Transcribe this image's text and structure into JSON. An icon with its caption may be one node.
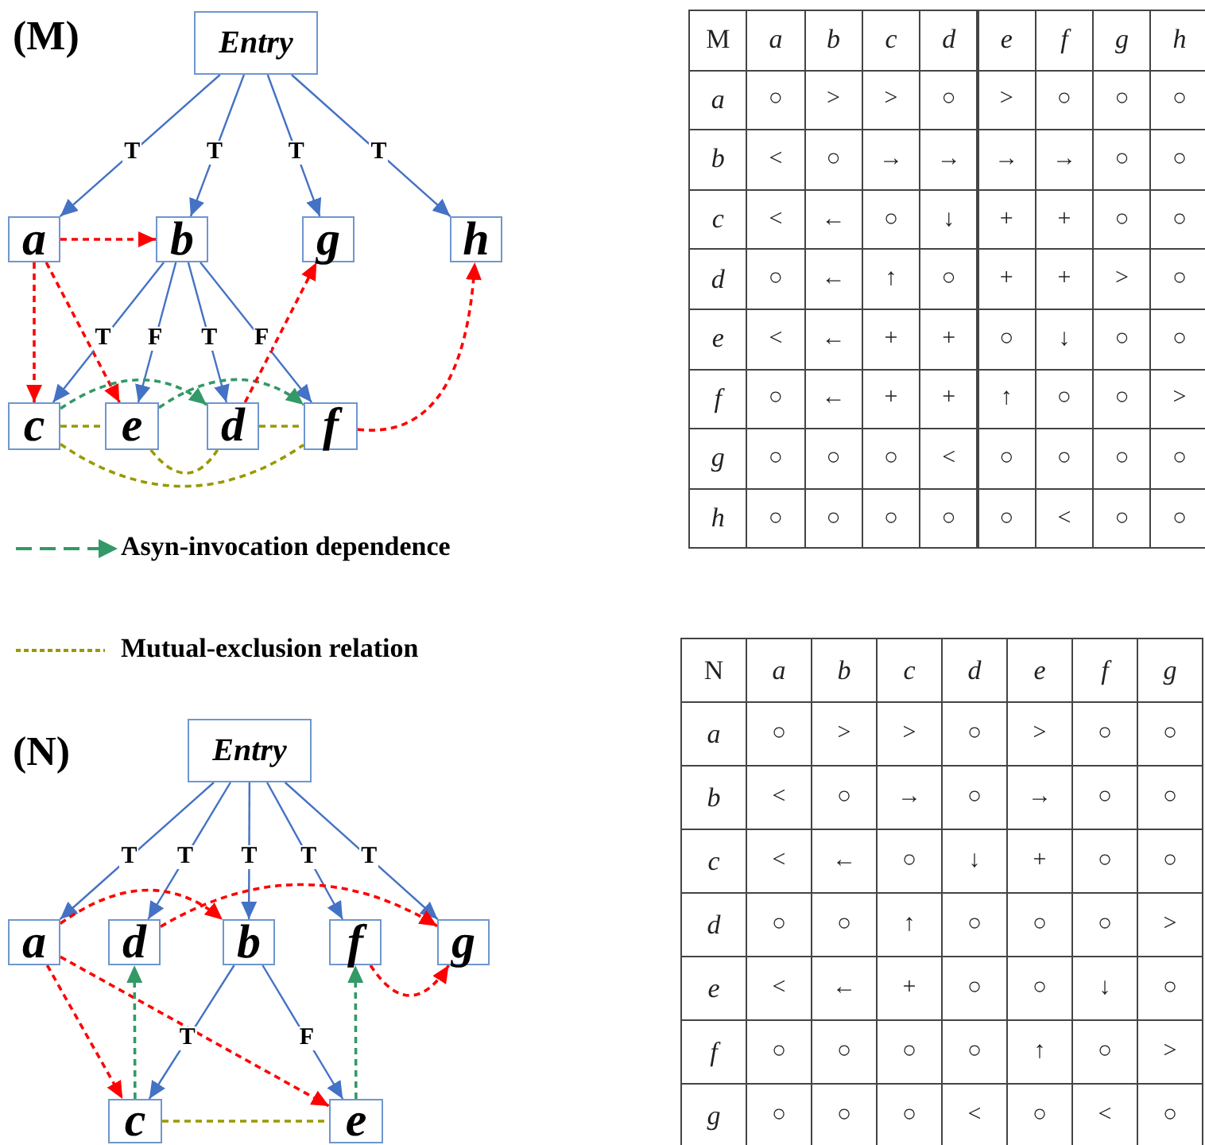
{
  "diagram": {
    "nodes": [
      {
        "text": [
          "Entry"
        ]
      },
      {
        "text": [
          "a"
        ]
      },
      {
        "text": [
          "b"
        ]
      },
      {
        "text": [
          "g"
        ]
      },
      {
        "text": [
          "h"
        ]
      },
      {
        "text": [
          "c"
        ]
      },
      {
        "text": [
          "e"
        ]
      },
      {
        "text": [
          "d"
        ]
      },
      {
        "text": [
          "f"
        ]
      },
      {
        "text": [
          "Entry"
        ]
      },
      {
        "text": [
          "a"
        ]
      },
      {
        "text": [
          "d"
        ]
      },
      {
        "text": [
          "b"
        ]
      },
      {
        "text": [
          "f"
        ]
      },
      {
        "text": [
          "g"
        ]
      },
      {
        "text": [
          "c"
        ]
      },
      {
        "text": [
          "e"
        ]
      }
    ],
    "edges": [
      {
        "from": 0,
        "to": 1,
        "arrow": "to",
        "label": "T"
      },
      {
        "from": 0,
        "to": 2,
        "arrow": "to",
        "label": "T"
      },
      {
        "from": 0,
        "to": 3,
        "arrow": "to",
        "label": "T"
      },
      {
        "from": 0,
        "to": 4,
        "arrow": "to",
        "label": "T"
      },
      {
        "from": 1,
        "to": 2,
        "arrow": "to",
        "style": "dashed",
        "color": "#ff0000"
      },
      {
        "from": 1,
        "to": 5,
        "arrow": "to",
        "style": "dashed",
        "color": "#ff0000"
      },
      {
        "from": 1,
        "to": 6,
        "arrow": "to",
        "style": "dashed",
        "color": "#ff0000"
      },
      {
        "from": 2,
        "to": 5,
        "arrow": "to",
        "label": "T"
      },
      {
        "from": 2,
        "to": 6,
        "arrow": "to",
        "label": "F"
      },
      {
        "from": 2,
        "to": 7,
        "arrow": "to",
        "label": "T"
      },
      {
        "from": 2,
        "to": 8,
        "arrow": "to",
        "label": "F"
      },
      {
        "from": 5,
        "to": 7,
        "arrow": "to",
        "style": "dashed",
        "color": "#339966"
      },
      {
        "from": 6,
        "to": 8,
        "arrow": "to",
        "style": "dashed",
        "color": "#339966"
      },
      {
        "from": 7,
        "to": 3,
        "arrow": "to",
        "style": "dashed",
        "color": "#ff0000"
      },
      {
        "from": 8,
        "to": 4,
        "arrow": "to",
        "style": "dashed",
        "color": "#ff0000"
      },
      {
        "from": 5,
        "to": 6,
        "arrow": "none",
        "style": "dashed",
        "color": "#999900"
      },
      {
        "from": 7,
        "to": 8,
        "arrow": "none",
        "style": "dashed",
        "color": "#999900"
      },
      {
        "from": 5,
        "to": 8,
        "arrow": "none",
        "style": "dashed",
        "color": "#999900"
      },
      {
        "from": 6,
        "to": 7,
        "arrow": "none",
        "style": "dashed",
        "color": "#999900"
      },
      {
        "from": 9,
        "to": 10,
        "arrow": "to",
        "label": "T"
      },
      {
        "from": 9,
        "to": 11,
        "arrow": "to",
        "label": "T"
      },
      {
        "from": 9,
        "to": 12,
        "arrow": "to",
        "label": "T"
      },
      {
        "from": 9,
        "to": 13,
        "arrow": "to",
        "label": "T"
      },
      {
        "from": 9,
        "to": 14,
        "arrow": "to",
        "label": "T"
      },
      {
        "from": 10,
        "to": 12,
        "arrow": "to",
        "style": "dashed",
        "color": "#ff0000"
      },
      {
        "from": 11,
        "to": 14,
        "arrow": "to",
        "style": "dashed",
        "color": "#ff0000"
      },
      {
        "from": 13,
        "to": 14,
        "arrow": "to",
        "style": "dashed",
        "color": "#ff0000"
      },
      {
        "from": 10,
        "to": 15,
        "arrow": "to",
        "style": "dashed",
        "color": "#ff0000"
      },
      {
        "from": 10,
        "to": 16,
        "arrow": "to",
        "style": "dashed",
        "color": "#ff0000"
      },
      {
        "from": 12,
        "to": 15,
        "arrow": "to",
        "label": "T"
      },
      {
        "from": 12,
        "to": 16,
        "arrow": "to",
        "label": "F"
      },
      {
        "from": 15,
        "to": 11,
        "arrow": "to",
        "style": "dashed",
        "color": "#339966"
      },
      {
        "from": 16,
        "to": 13,
        "arrow": "to",
        "style": "dashed",
        "color": "#339966"
      },
      {
        "from": 15,
        "to": 16,
        "arrow": "none",
        "style": "dashed",
        "color": "#999900"
      }
    ],
    "labels": [
      "(M)",
      "M",
      "a",
      "b",
      "c",
      "d",
      "e",
      "f",
      "g",
      "h",
      "a",
      "○",
      ">",
      ">",
      "○",
      ">",
      "○",
      "○",
      "○",
      "b",
      "<",
      "○",
      "→",
      "→",
      "→",
      "→",
      "○",
      "○",
      "c",
      "<",
      "←",
      "○",
      "↓",
      "+",
      "+",
      "○",
      "○",
      "d",
      "○",
      "←",
      "↑",
      "○",
      "+",
      "+",
      ">",
      "○",
      "e",
      "<",
      "←",
      "+",
      "+",
      "○",
      "↓",
      "○",
      "○",
      "f",
      "○",
      "←",
      "+",
      "+",
      "↑",
      "○",
      "○",
      ">",
      "g",
      "○",
      "○",
      "○",
      "<",
      "○",
      "○",
      "○",
      "○",
      "h",
      "○",
      "○",
      "○",
      "○",
      "○",
      "<",
      "○",
      "○",
      "(N)",
      "N",
      "a",
      "b",
      "c",
      "d",
      "e",
      "f",
      "g",
      "a",
      "○",
      ">",
      ">",
      "○",
      ">",
      "○",
      "○",
      "b",
      "<",
      "○",
      "→",
      "○",
      "→",
      "○",
      "○",
      "c",
      "<",
      "←",
      "○",
      "↓",
      "+",
      "○",
      "○",
      "d",
      "○",
      "○",
      "↑",
      "○",
      "○",
      "○",
      ">",
      "e",
      "<",
      "←",
      "+",
      "○",
      "○",
      "↓",
      "○",
      "f",
      "○",
      "○",
      "○",
      "○",
      "↑",
      "○",
      ">",
      "g",
      "○",
      "○",
      "○",
      "<",
      "○",
      "<",
      "○"
    ],
    "legend": [
      {
        "text": "Asyn-invocation dependence"
      },
      {
        "text": "Mutual-exclusion relation"
      }
    ]
  }
}
